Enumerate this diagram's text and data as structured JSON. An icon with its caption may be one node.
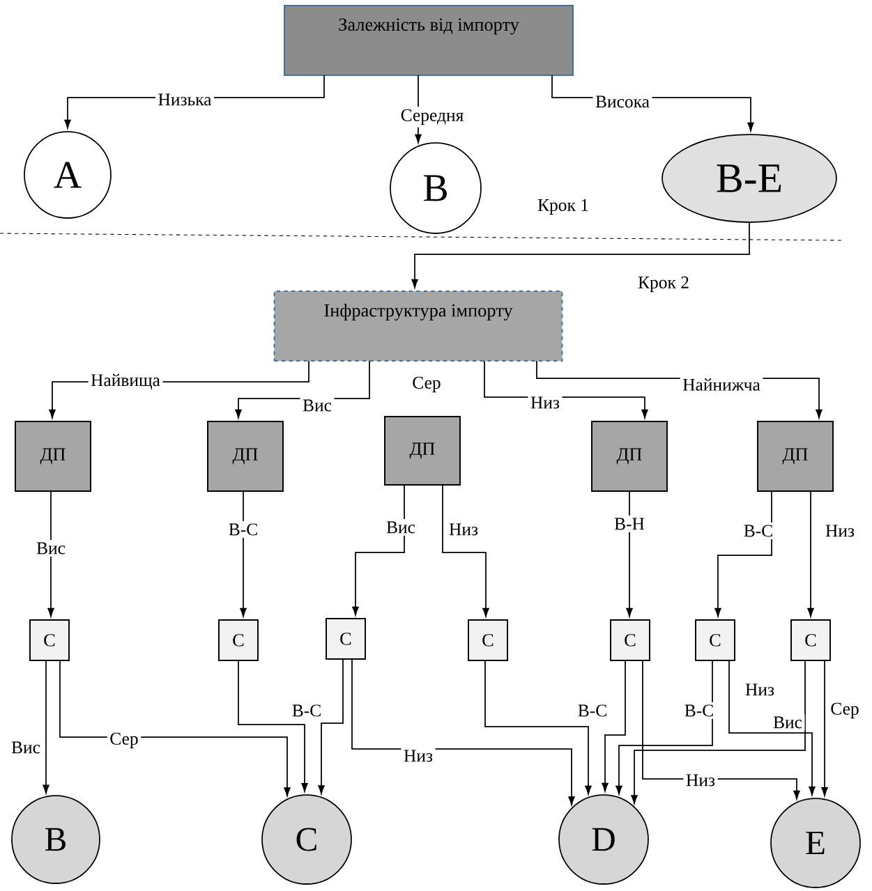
{
  "diagram": {
    "nodes": [
      {
        "text": [
          "Залежність від імпорту"
        ]
      },
      {
        "text": [
          "A"
        ]
      },
      {
        "text": [
          "B"
        ]
      },
      {
        "text": [
          "B-E"
        ]
      },
      {
        "text": [
          "Інфраструктура імпорту"
        ]
      },
      {
        "text": [
          "ДП"
        ]
      },
      {
        "text": [
          "ДП"
        ]
      },
      {
        "text": [
          "ДП"
        ]
      },
      {
        "text": [
          "ДП"
        ]
      },
      {
        "text": [
          "ДП"
        ]
      },
      {
        "text": [
          "C"
        ]
      },
      {
        "text": [
          "C"
        ]
      },
      {
        "text": [
          "C"
        ]
      },
      {
        "text": [
          "C"
        ]
      },
      {
        "text": [
          "C"
        ]
      },
      {
        "text": [
          "C"
        ]
      },
      {
        "text": [
          "C"
        ]
      },
      {
        "text": [
          "B"
        ]
      },
      {
        "text": [
          "C"
        ]
      },
      {
        "text": [
          "D"
        ]
      },
      {
        "text": [
          "E"
        ]
      }
    ],
    "edges": [
      {
        "from": 0,
        "to": 1,
        "arrow": "to",
        "label": "Низька"
      },
      {
        "from": 0,
        "to": 2,
        "arrow": "to",
        "label": "Середня"
      },
      {
        "from": 0,
        "to": 3,
        "arrow": "to",
        "label": "Висока"
      },
      {
        "from": 3,
        "to": 4,
        "arrow": "to"
      },
      {
        "from": 4,
        "to": 5,
        "arrow": "to",
        "label": "Найвища"
      },
      {
        "from": 4,
        "to": 6,
        "arrow": "to",
        "label": "Вис"
      },
      {
        "from": 4,
        "to": 8,
        "arrow": "to",
        "label": "Низ"
      },
      {
        "from": 4,
        "to": 9,
        "arrow": "to",
        "label": "Найнижча"
      },
      {
        "from": 5,
        "to": 10,
        "arrow": "to",
        "label": "Вис"
      },
      {
        "from": 6,
        "to": 11,
        "arrow": "to",
        "label": "В-С"
      },
      {
        "from": 7,
        "to": 12,
        "arrow": "to",
        "label": "Вис"
      },
      {
        "from": 7,
        "to": 13,
        "arrow": "to",
        "label": "Низ"
      },
      {
        "from": 8,
        "to": 14,
        "arrow": "to",
        "label": "В-Н"
      },
      {
        "from": 9,
        "to": 15,
        "arrow": "to",
        "label": "В-С"
      },
      {
        "from": 9,
        "to": 16,
        "arrow": "to",
        "label": "Низ"
      },
      {
        "from": 10,
        "to": 17,
        "arrow": "to",
        "label": "Вис"
      },
      {
        "from": 10,
        "to": 18,
        "arrow": "to",
        "label": "Сер"
      },
      {
        "from": 11,
        "to": 18,
        "arrow": "to"
      },
      {
        "from": 12,
        "to": 18,
        "arrow": "to",
        "label": "В-С"
      },
      {
        "from": 12,
        "to": 19,
        "arrow": "to",
        "label": "Низ"
      },
      {
        "from": 13,
        "to": 19,
        "arrow": "to",
        "label": "В-С"
      },
      {
        "from": 14,
        "to": 19,
        "arrow": "to"
      },
      {
        "from": 14,
        "to": 20,
        "arrow": "to",
        "label": "Низ"
      },
      {
        "from": 15,
        "to": 19,
        "arrow": "to",
        "label": "В-С"
      },
      {
        "from": 15,
        "to": 20,
        "arrow": "to",
        "label": "Низ"
      },
      {
        "from": 16,
        "to": 19,
        "arrow": "to",
        "label": "Вис"
      },
      {
        "from": 16,
        "to": 20,
        "arrow": "to",
        "label": "Сер"
      }
    ],
    "labels": [
      "Крок 1",
      "Крок 2",
      "Сер"
    ]
  }
}
